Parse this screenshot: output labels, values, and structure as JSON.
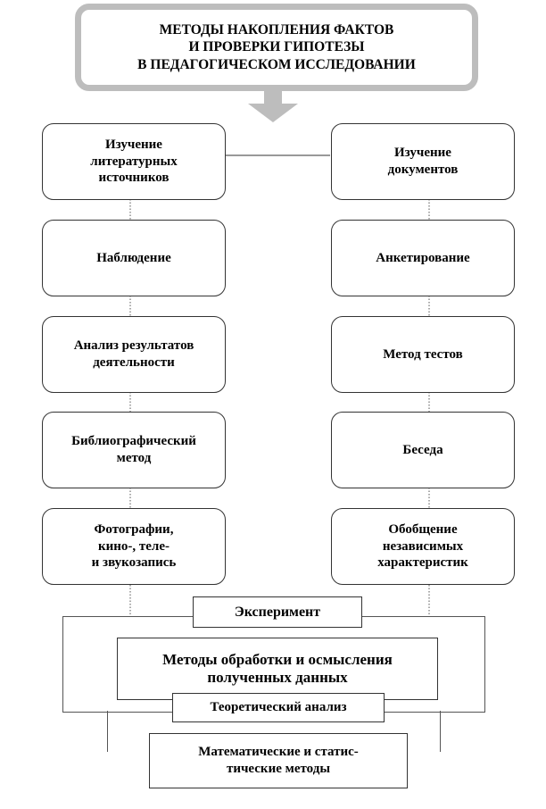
{
  "title": {
    "line1": "МЕТОДЫ НАКОПЛЕНИЯ ФАКТОВ",
    "line2": "И ПРОВЕРКИ ГИПОТЕЗЫ",
    "line3": "В ПЕДАГОГИЧЕСКОМ ИССЛЕДОВАНИИ"
  },
  "left_column": [
    {
      "lines": [
        "Изучение",
        "литературных",
        "источников"
      ]
    },
    {
      "lines": [
        "Наблюдение"
      ]
    },
    {
      "lines": [
        "Анализ результатов",
        "деятельности"
      ]
    },
    {
      "lines": [
        "Библиографический",
        "метод"
      ]
    },
    {
      "lines": [
        "Фотографии,",
        "кино-, теле-",
        "и звукозапись"
      ]
    }
  ],
  "right_column": [
    {
      "lines": [
        "Изучение",
        "документов"
      ]
    },
    {
      "lines": [
        "Анкетирование"
      ]
    },
    {
      "lines": [
        "Метод тестов"
      ]
    },
    {
      "lines": [
        "Беседа"
      ]
    },
    {
      "lines": [
        "Обобщение",
        "независимых",
        "характеристик"
      ]
    }
  ],
  "experiment": "Эксперимент",
  "processing": {
    "line1": "Методы  обработки и осмысления",
    "line2": "полученных данных"
  },
  "theoretical": "Теоретический анализ",
  "math": {
    "line1": "Математические и статис-",
    "line2": "тические методы"
  }
}
